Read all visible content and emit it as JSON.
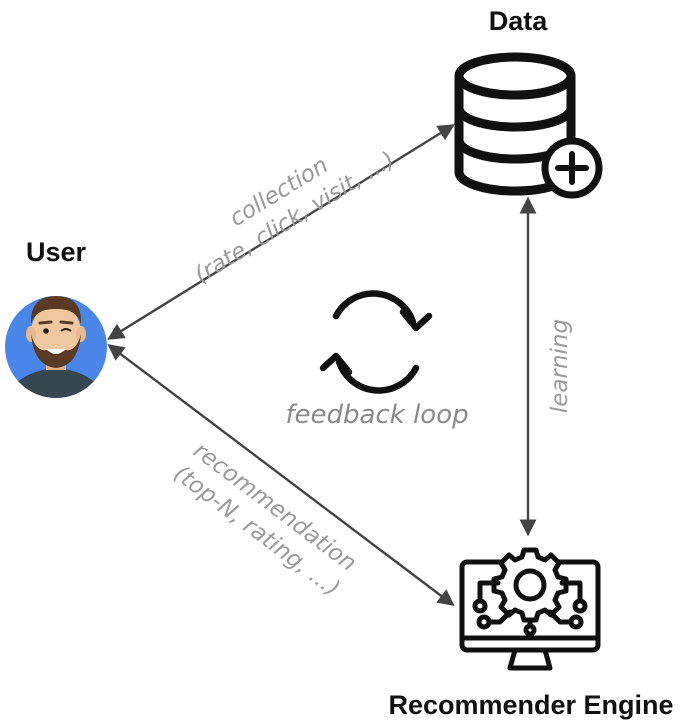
{
  "nodes": {
    "data": {
      "title": "Data",
      "icon": "database-plus-icon"
    },
    "user": {
      "title": "User",
      "icon": "user-avatar-icon"
    },
    "engine": {
      "title": "Recommender Engine",
      "icon": "monitor-gear-icon"
    }
  },
  "edges": {
    "collection": {
      "line1": "collection",
      "line2": "(rate, click, visit, ...)"
    },
    "learning": {
      "label": "learning"
    },
    "recommendation": {
      "line1": "recommendation",
      "line2": "(top-N, rating, ...)"
    }
  },
  "center": {
    "label": "feedback loop",
    "icon": "refresh-cycle-icon"
  },
  "colors": {
    "text": "#111111",
    "edge_label": "#9a9a9a",
    "arrow": "#444444",
    "avatar_bg": "#4a86e8",
    "skin": "#f0c8a0",
    "hair": "#5a3a22",
    "shirt": "#37474f"
  }
}
